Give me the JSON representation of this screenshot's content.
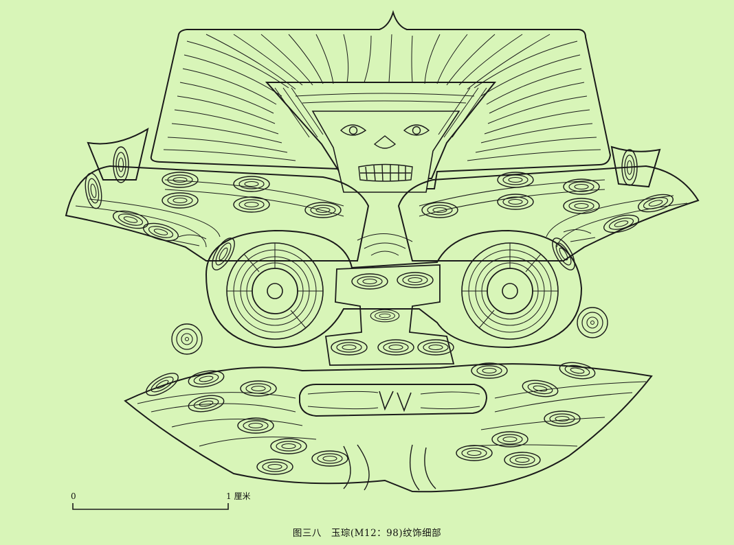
{
  "scale": {
    "start": "0",
    "end": "1 厘米"
  },
  "caption": "图三八　玉琮(M12：98)纹饰细部",
  "colors": {
    "background": "#d8f5b8",
    "ink": "#1a1a1a"
  }
}
